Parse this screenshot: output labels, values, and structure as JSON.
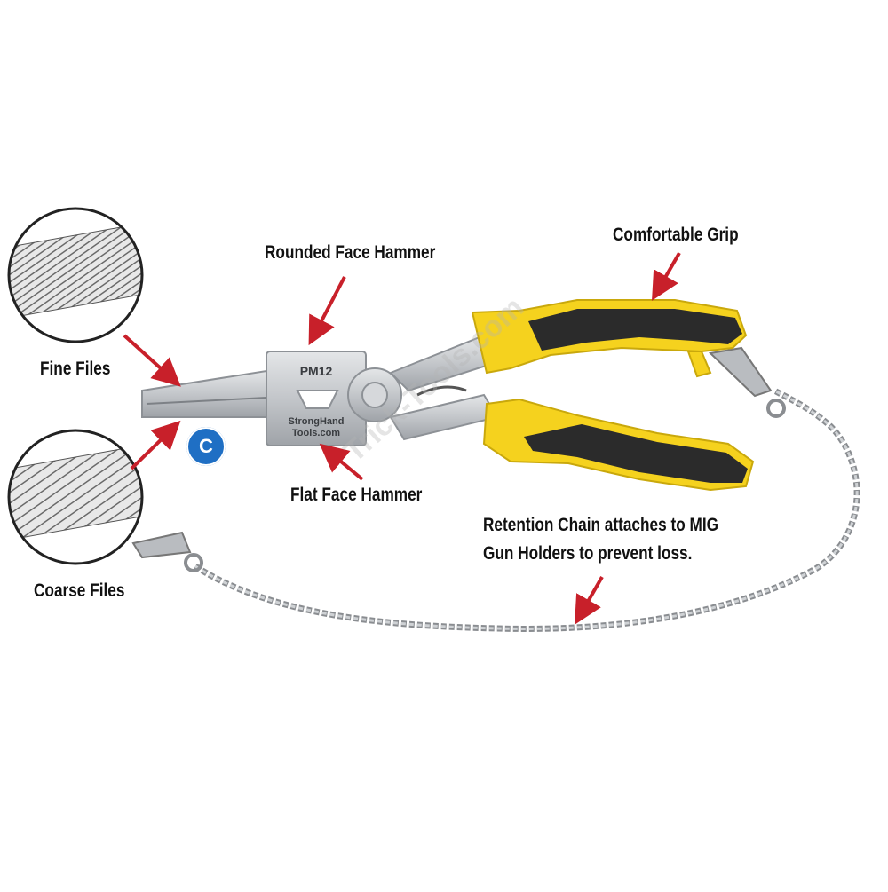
{
  "labels": {
    "rounded_face_hammer": "Rounded Face Hammer",
    "comfortable_grip": "Comfortable Grip",
    "fine_files": "Fine Files",
    "flat_face_hammer": "Flat Face Hammer",
    "coarse_files": "Coarse Files",
    "retention_line1": "Retention Chain attaches to MIG",
    "retention_line2": "Gun Holders to prevent loss."
  },
  "tool": {
    "model": "PM12",
    "brand_line1": "StrongHand",
    "brand_line2": "Tools.com"
  },
  "badge": {
    "letter": "C"
  },
  "watermark": "Trick-Tools.com",
  "colors": {
    "arrow": "#c8202a",
    "handle_yellow": "#f5d21e",
    "handle_black": "#2b2b2b",
    "steel": "#c9ccd0",
    "badge_blue": "#1f6fc4"
  }
}
